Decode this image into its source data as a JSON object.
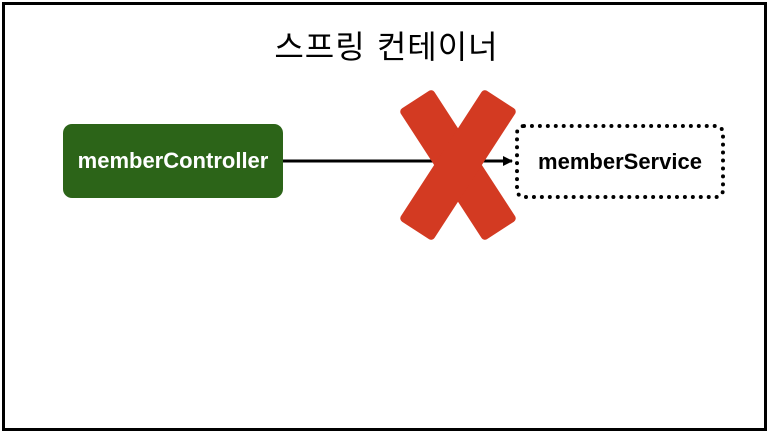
{
  "diagram": {
    "title": "스프링 컨테이너",
    "nodes": {
      "controller": "memberController",
      "service": "memberService"
    },
    "colors": {
      "controller_fill": "#2c6418",
      "cross": "#d33a22"
    },
    "edges": [
      {
        "from": "memberController",
        "to": "memberService",
        "status": "blocked"
      }
    ]
  }
}
